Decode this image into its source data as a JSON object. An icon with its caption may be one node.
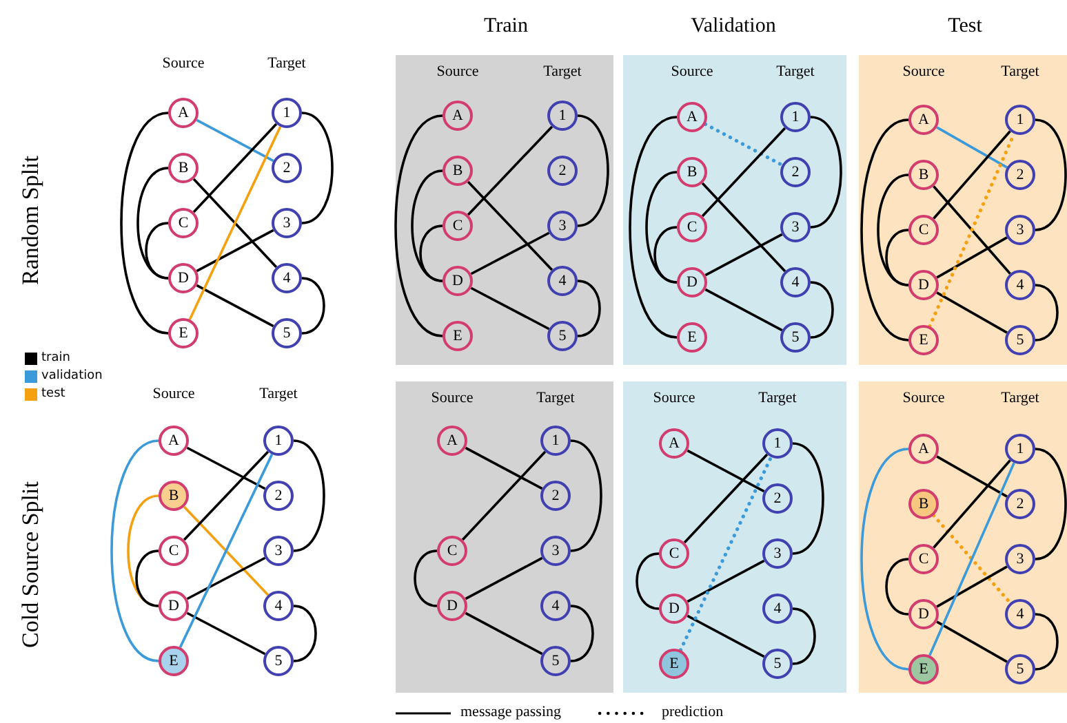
{
  "diagram": {
    "nodes": [
      {
        "text": [
          "A"
        ]
      },
      {
        "text": [
          "B"
        ]
      },
      {
        "text": [
          "C"
        ]
      },
      {
        "text": [
          "D"
        ]
      },
      {
        "text": [
          "E"
        ]
      },
      {
        "text": [
          "1"
        ]
      },
      {
        "text": [
          "2"
        ]
      },
      {
        "text": [
          "3"
        ]
      },
      {
        "text": [
          "4"
        ]
      },
      {
        "text": [
          "5"
        ]
      },
      {
        "text": [
          "Source",
          "Target"
        ]
      },
      {
        "text": [
          "A"
        ],
        "in": 10
      },
      {
        "text": [
          "B"
        ],
        "in": 10
      },
      {
        "text": [
          "C"
        ],
        "in": 10
      },
      {
        "text": [
          "D"
        ],
        "in": 10
      },
      {
        "text": [
          "E"
        ],
        "in": 10
      },
      {
        "text": [
          "1"
        ],
        "in": 10
      },
      {
        "text": [
          "2"
        ],
        "in": 10
      },
      {
        "text": [
          "3"
        ],
        "in": 10
      },
      {
        "text": [
          "4"
        ],
        "in": 10
      },
      {
        "text": [
          "5"
        ],
        "in": 10
      },
      {
        "text": [
          "Source",
          "Target"
        ]
      },
      {
        "text": [
          "A"
        ],
        "in": 21
      },
      {
        "text": [
          "B"
        ],
        "in": 21
      },
      {
        "text": [
          "C"
        ],
        "in": 21
      },
      {
        "text": [
          "D"
        ],
        "in": 21
      },
      {
        "text": [
          "E"
        ],
        "in": 21
      },
      {
        "text": [
          "1"
        ],
        "in": 21
      },
      {
        "text": [
          "2"
        ],
        "in": 21
      },
      {
        "text": [
          "3"
        ],
        "in": 21
      },
      {
        "text": [
          "4"
        ],
        "in": 21
      },
      {
        "text": [
          "5"
        ],
        "in": 21
      },
      {
        "text": [
          "Source",
          "Target"
        ]
      },
      {
        "text": [
          "A"
        ],
        "in": 32
      },
      {
        "text": [
          "B"
        ],
        "in": 32
      },
      {
        "text": [
          "C"
        ],
        "in": 32
      },
      {
        "text": [
          "D"
        ],
        "in": 32
      },
      {
        "text": [
          "E"
        ],
        "in": 32
      },
      {
        "text": [
          "1"
        ],
        "in": 32
      },
      {
        "text": [
          "2"
        ],
        "in": 32
      },
      {
        "text": [
          "3"
        ],
        "in": 32
      },
      {
        "text": [
          "4"
        ],
        "in": 32
      },
      {
        "text": [
          "5"
        ],
        "in": 32
      },
      {
        "text": [
          "A"
        ]
      },
      {
        "text": [
          "B"
        ]
      },
      {
        "text": [
          "C"
        ]
      },
      {
        "text": [
          "D"
        ]
      },
      {
        "text": [
          "E"
        ]
      },
      {
        "text": [
          "1"
        ]
      },
      {
        "text": [
          "2"
        ]
      },
      {
        "text": [
          "3"
        ]
      },
      {
        "text": [
          "4"
        ]
      },
      {
        "text": [
          "5"
        ]
      },
      {
        "text": [
          "Source",
          "Target"
        ]
      },
      {
        "text": [
          "A"
        ],
        "in": 53
      },
      {
        "text": [
          "C"
        ],
        "in": 53
      },
      {
        "text": [
          "D"
        ],
        "in": 53
      },
      {
        "text": [
          "1"
        ],
        "in": 53
      },
      {
        "text": [
          "2"
        ],
        "in": 53
      },
      {
        "text": [
          "3"
        ],
        "in": 53
      },
      {
        "text": [
          "4"
        ],
        "in": 53
      },
      {
        "text": [
          "5"
        ],
        "in": 53
      },
      {
        "text": [
          "Source",
          "Target"
        ]
      },
      {
        "text": [
          "A"
        ],
        "in": 62
      },
      {
        "text": [
          "C"
        ],
        "in": 62
      },
      {
        "text": [
          "D"
        ],
        "in": 62
      },
      {
        "text": [
          "E"
        ],
        "in": 62
      },
      {
        "text": [
          "1"
        ],
        "in": 62
      },
      {
        "text": [
          "2"
        ],
        "in": 62
      },
      {
        "text": [
          "3"
        ],
        "in": 62
      },
      {
        "text": [
          "4"
        ],
        "in": 62
      },
      {
        "text": [
          "5"
        ],
        "in": 62
      },
      {
        "text": [
          "Source",
          "Target"
        ]
      },
      {
        "text": [
          "A"
        ],
        "in": 72
      },
      {
        "text": [
          "B"
        ],
        "in": 72
      },
      {
        "text": [
          "C"
        ],
        "in": 72
      },
      {
        "text": [
          "D"
        ],
        "in": 72
      },
      {
        "text": [
          "E"
        ],
        "in": 72
      },
      {
        "text": [
          "1"
        ],
        "in": 72
      },
      {
        "text": [
          "2"
        ],
        "in": 72
      },
      {
        "text": [
          "3"
        ],
        "in": 72
      },
      {
        "text": [
          "4"
        ],
        "in": 72
      },
      {
        "text": [
          "5"
        ],
        "in": 72
      }
    ],
    "edges": [
      {
        "from": 0,
        "to": 4,
        "arrow": "none"
      },
      {
        "from": 0,
        "to": 6,
        "arrow": "none",
        "color": "#3b9ad9"
      },
      {
        "from": 1,
        "to": 3,
        "arrow": "none"
      },
      {
        "from": 1,
        "to": 8,
        "arrow": "none"
      },
      {
        "from": 2,
        "to": 5,
        "arrow": "none"
      },
      {
        "from": 2,
        "to": 3,
        "arrow": "none"
      },
      {
        "from": 3,
        "to": 7,
        "arrow": "none"
      },
      {
        "from": 3,
        "to": 9,
        "arrow": "none"
      },
      {
        "from": 4,
        "to": 5,
        "arrow": "none",
        "color": "#f5a00f"
      },
      {
        "from": 5,
        "to": 7,
        "arrow": "none"
      },
      {
        "from": 8,
        "to": 9,
        "arrow": "none"
      },
      {
        "from": 11,
        "to": 15,
        "arrow": "none"
      },
      {
        "from": 12,
        "to": 14,
        "arrow": "none"
      },
      {
        "from": 12,
        "to": 19,
        "arrow": "none"
      },
      {
        "from": 13,
        "to": 16,
        "arrow": "none"
      },
      {
        "from": 13,
        "to": 14,
        "arrow": "none"
      },
      {
        "from": 14,
        "to": 18,
        "arrow": "none"
      },
      {
        "from": 14,
        "to": 20,
        "arrow": "none"
      },
      {
        "from": 16,
        "to": 18,
        "arrow": "none"
      },
      {
        "from": 19,
        "to": 20,
        "arrow": "none"
      },
      {
        "from": 22,
        "to": 28,
        "arrow": "none",
        "style": "dashed",
        "color": "#3b9ad9"
      },
      {
        "from": 22,
        "to": 26,
        "arrow": "none"
      },
      {
        "from": 23,
        "to": 25,
        "arrow": "none"
      },
      {
        "from": 23,
        "to": 30,
        "arrow": "none"
      },
      {
        "from": 24,
        "to": 27,
        "arrow": "none"
      },
      {
        "from": 24,
        "to": 25,
        "arrow": "none"
      },
      {
        "from": 25,
        "to": 29,
        "arrow": "none"
      },
      {
        "from": 25,
        "to": 31,
        "arrow": "none"
      },
      {
        "from": 27,
        "to": 29,
        "arrow": "none"
      },
      {
        "from": 30,
        "to": 31,
        "arrow": "none"
      },
      {
        "from": 33,
        "to": 39,
        "arrow": "none",
        "color": "#3b9ad9"
      },
      {
        "from": 33,
        "to": 37,
        "arrow": "none"
      },
      {
        "from": 34,
        "to": 36,
        "arrow": "none"
      },
      {
        "from": 34,
        "to": 41,
        "arrow": "none"
      },
      {
        "from": 35,
        "to": 38,
        "arrow": "none"
      },
      {
        "from": 35,
        "to": 36,
        "arrow": "none"
      },
      {
        "from": 36,
        "to": 40,
        "arrow": "none"
      },
      {
        "from": 36,
        "to": 42,
        "arrow": "none"
      },
      {
        "from": 37,
        "to": 38,
        "arrow": "none",
        "style": "dashed",
        "color": "#f5a00f"
      },
      {
        "from": 38,
        "to": 40,
        "arrow": "none"
      },
      {
        "from": 41,
        "to": 42,
        "arrow": "none"
      },
      {
        "from": 43,
        "to": 47,
        "arrow": "none",
        "color": "#3b9ad9"
      },
      {
        "from": 43,
        "to": 49,
        "arrow": "none"
      },
      {
        "from": 44,
        "to": 46,
        "arrow": "none",
        "color": "#f5a00f"
      },
      {
        "from": 44,
        "to": 51,
        "arrow": "none",
        "color": "#f5a00f"
      },
      {
        "from": 45,
        "to": 48,
        "arrow": "none"
      },
      {
        "from": 45,
        "to": 46,
        "arrow": "none"
      },
      {
        "from": 46,
        "to": 50,
        "arrow": "none"
      },
      {
        "from": 46,
        "to": 52,
        "arrow": "none"
      },
      {
        "from": 47,
        "to": 48,
        "arrow": "none",
        "color": "#3b9ad9"
      },
      {
        "from": 48,
        "to": 50,
        "arrow": "none"
      },
      {
        "from": 51,
        "to": 52,
        "arrow": "none"
      },
      {
        "from": 54,
        "to": 58,
        "arrow": "none"
      },
      {
        "from": 55,
        "to": 57,
        "arrow": "none"
      },
      {
        "from": 55,
        "to": 56,
        "arrow": "none"
      },
      {
        "from": 56,
        "to": 59,
        "arrow": "none"
      },
      {
        "from": 56,
        "to": 61,
        "arrow": "none"
      },
      {
        "from": 57,
        "to": 59,
        "arrow": "none"
      },
      {
        "from": 60,
        "to": 61,
        "arrow": "none"
      },
      {
        "from": 63,
        "to": 68,
        "arrow": "none"
      },
      {
        "from": 64,
        "to": 67,
        "arrow": "none"
      },
      {
        "from": 64,
        "to": 65,
        "arrow": "none"
      },
      {
        "from": 65,
        "to": 69,
        "arrow": "none"
      },
      {
        "from": 65,
        "to": 71,
        "arrow": "none"
      },
      {
        "from": 66,
        "to": 67,
        "arrow": "none",
        "style": "dashed",
        "color": "#3b9ad9"
      },
      {
        "from": 67,
        "to": 69,
        "arrow": "none"
      },
      {
        "from": 70,
        "to": 71,
        "arrow": "none"
      },
      {
        "from": 73,
        "to": 77,
        "arrow": "none",
        "color": "#3b9ad9"
      },
      {
        "from": 73,
        "to": 79,
        "arrow": "none"
      },
      {
        "from": 74,
        "to": 81,
        "arrow": "none",
        "style": "dashed",
        "color": "#f5a00f"
      },
      {
        "from": 75,
        "to": 78,
        "arrow": "none"
      },
      {
        "from": 75,
        "to": 76,
        "arrow": "none"
      },
      {
        "from": 76,
        "to": 80,
        "arrow": "none"
      },
      {
        "from": 76,
        "to": 82,
        "arrow": "none"
      },
      {
        "from": 77,
        "to": 78,
        "arrow": "none",
        "color": "#3b9ad9"
      },
      {
        "from": 78,
        "to": 80,
        "arrow": "none"
      },
      {
        "from": 81,
        "to": 82,
        "arrow": "none"
      }
    ],
    "labels": [
      "Train",
      "Validation",
      "Test",
      "Source",
      "Target",
      "Random Split",
      "Source",
      "Target",
      "Cold Source Split"
    ],
    "legend": [
      {
        "text": "train",
        "color": "#000000"
      },
      {
        "text": "validation",
        "color": "#3b9ad9"
      },
      {
        "text": "test",
        "color": "#f5a00f"
      },
      {
        "text": "message passing"
      },
      {
        "text": "prediction"
      }
    ]
  }
}
